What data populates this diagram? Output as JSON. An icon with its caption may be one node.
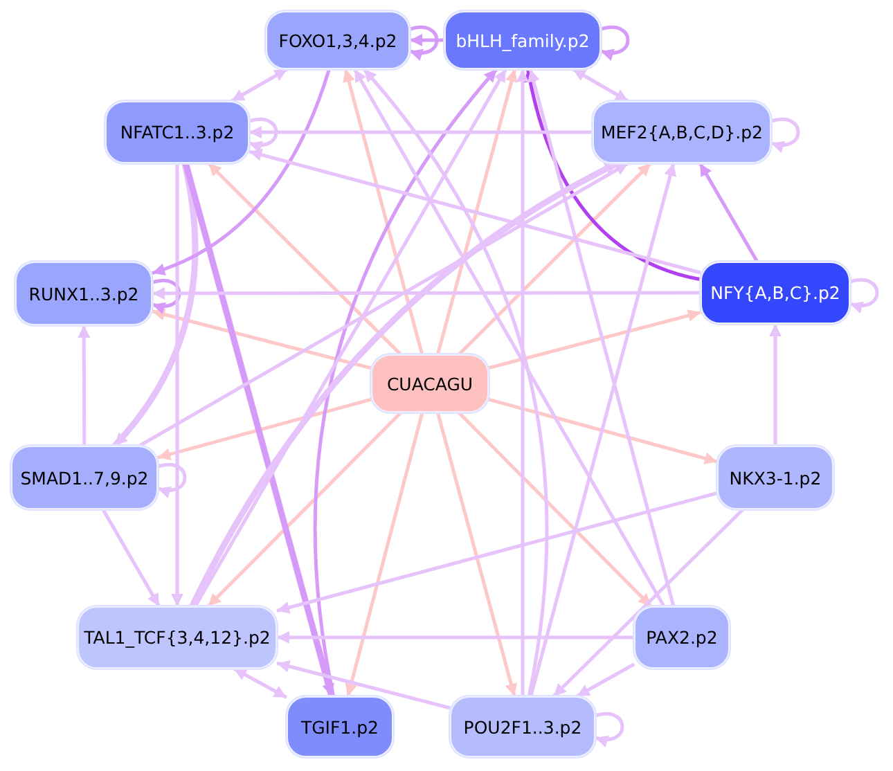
{
  "diagram": {
    "nodes": [
      {
        "text": [
          "FOXO1,3,4.p2"
        ]
      },
      {
        "text": [
          "bHLH_family.p2"
        ]
      },
      {
        "text": [
          "NFATC1..3.p2"
        ]
      },
      {
        "text": [
          "MEF2{A,B,C,D}.p2"
        ]
      },
      {
        "text": [
          "RUNX1..3.p2"
        ]
      },
      {
        "text": [
          "CUACAGU"
        ]
      },
      {
        "text": [
          "NFY{A,B,C}.p2"
        ]
      },
      {
        "text": [
          "SMAD1..7,9.p2"
        ]
      },
      {
        "text": [
          "NKX3-1.p2"
        ]
      },
      {
        "text": [
          "TAL1_TCF{3,4,12}.p2"
        ]
      },
      {
        "text": [
          "PAX2.p2"
        ]
      },
      {
        "text": [
          "TGIF1.p2"
        ]
      },
      {
        "text": [
          "POU2F1..3.p2"
        ]
      }
    ],
    "edges": [
      {
        "from": 5,
        "to": 0,
        "arrow": "to",
        "color": "#ffc8c8"
      },
      {
        "from": 5,
        "to": 1,
        "arrow": "to",
        "color": "#ffc8c8"
      },
      {
        "from": 5,
        "to": 2,
        "arrow": "to",
        "color": "#ffc8c8"
      },
      {
        "from": 5,
        "to": 3,
        "arrow": "to",
        "color": "#ffc8c8"
      },
      {
        "from": 5,
        "to": 4,
        "arrow": "to",
        "color": "#ffc8c8"
      },
      {
        "from": 5,
        "to": 6,
        "arrow": "to",
        "color": "#ffc8c8"
      },
      {
        "from": 5,
        "to": 7,
        "arrow": "to",
        "color": "#ffc8c8"
      },
      {
        "from": 5,
        "to": 8,
        "arrow": "to",
        "color": "#ffc8c8"
      },
      {
        "from": 5,
        "to": 9,
        "arrow": "to",
        "color": "#ffc8c8"
      },
      {
        "from": 5,
        "to": 10,
        "arrow": "to",
        "color": "#ffc8c8"
      },
      {
        "from": 5,
        "to": 11,
        "arrow": "to",
        "color": "#ffc8c8"
      },
      {
        "from": 5,
        "to": 12,
        "arrow": "to",
        "color": "#ffc8c8"
      },
      {
        "from": 0,
        "to": 0,
        "arrow": "to",
        "color": "#d69af8"
      },
      {
        "from": 1,
        "to": 1,
        "arrow": "to",
        "color": "#d69af8"
      },
      {
        "from": 2,
        "to": 2,
        "arrow": "to"
      },
      {
        "from": 3,
        "to": 3,
        "arrow": "to"
      },
      {
        "from": 4,
        "to": 4,
        "arrow": "to",
        "color": "#d69af8"
      },
      {
        "from": 6,
        "to": 6,
        "arrow": "to"
      },
      {
        "from": 7,
        "to": 7,
        "arrow": "to"
      },
      {
        "from": 12,
        "to": 12,
        "arrow": "to"
      },
      {
        "from": 0,
        "to": 2,
        "arrow": "both"
      },
      {
        "from": 1,
        "to": 0,
        "arrow": "to",
        "color": "#d69af8"
      },
      {
        "from": 1,
        "to": 3,
        "arrow": "both"
      },
      {
        "from": 6,
        "to": 1,
        "arrow": "to",
        "color": "#b040f0"
      },
      {
        "from": 6,
        "to": 3,
        "arrow": "to",
        "color": "#d69af8"
      },
      {
        "from": 8,
        "to": 6,
        "arrow": "to"
      },
      {
        "from": 10,
        "to": 12,
        "arrow": "to"
      },
      {
        "from": 8,
        "to": 12,
        "arrow": "to"
      },
      {
        "from": 9,
        "to": 11,
        "arrow": "both"
      },
      {
        "from": 7,
        "to": 9,
        "arrow": "to"
      },
      {
        "from": 7,
        "to": 4,
        "arrow": "to"
      },
      {
        "from": 2,
        "to": 7,
        "arrow": "to",
        "style": "thick"
      },
      {
        "from": 2,
        "to": 9,
        "arrow": "to"
      },
      {
        "from": 2,
        "to": 11,
        "arrow": "to",
        "style": "thick",
        "color": "#d69af8"
      },
      {
        "from": 11,
        "to": 1,
        "arrow": "to",
        "color": "#d69af8"
      },
      {
        "from": 12,
        "to": 3,
        "arrow": "to"
      },
      {
        "from": 12,
        "to": 1,
        "arrow": "to"
      },
      {
        "from": 0,
        "to": 4,
        "arrow": "to",
        "color": "#d69af8"
      },
      {
        "from": 6,
        "to": 2,
        "arrow": "to"
      },
      {
        "from": 6,
        "to": 4,
        "arrow": "to"
      },
      {
        "from": 10,
        "to": 9,
        "arrow": "to"
      },
      {
        "from": 12,
        "to": 9,
        "arrow": "to"
      },
      {
        "from": 8,
        "to": 9,
        "arrow": "to"
      },
      {
        "from": 10,
        "to": 1,
        "arrow": "to"
      },
      {
        "from": 10,
        "to": 0,
        "arrow": "to"
      },
      {
        "from": 12,
        "to": 0,
        "arrow": "to"
      },
      {
        "from": 9,
        "to": 3,
        "arrow": "to",
        "style": "thick"
      },
      {
        "from": 7,
        "to": 3,
        "arrow": "to"
      },
      {
        "from": 3,
        "to": 2,
        "arrow": "to"
      },
      {
        "from": 9,
        "to": 1,
        "arrow": "to"
      }
    ]
  }
}
